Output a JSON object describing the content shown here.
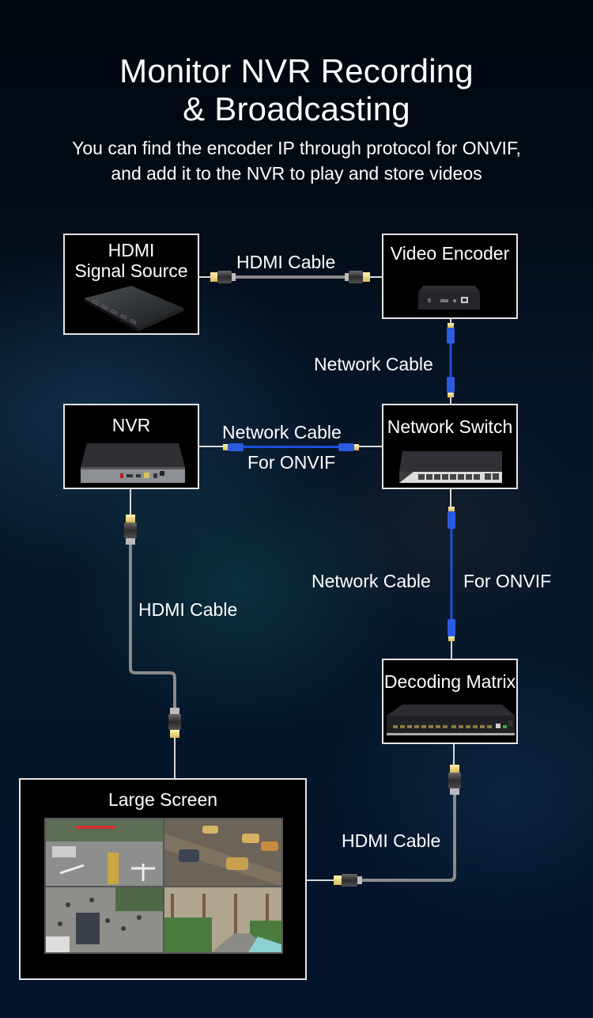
{
  "header": {
    "title_line1": "Monitor NVR Recording",
    "title_line2": "& Broadcasting",
    "subtitle_line1": "You can find the encoder IP through protocol for ONVIF,",
    "subtitle_line2": "and add it to the NVR to play and store videos"
  },
  "devices": {
    "hdmi_source": {
      "label_line1": "HDMI",
      "label_line2": "Signal Source",
      "icon": "hdmi-splitter-icon"
    },
    "video_encoder": {
      "label": "Video Encoder",
      "icon": "encoder-box-icon"
    },
    "nvr": {
      "label": "NVR",
      "icon": "nvr-recorder-icon"
    },
    "network_switch": {
      "label": "Network Switch",
      "icon": "poe-switch-icon"
    },
    "decoding_matrix": {
      "label": "Decoding Matrix",
      "icon": "rack-decoder-icon"
    },
    "large_screen": {
      "label": "Large Screen",
      "icon": "video-wall-icon"
    }
  },
  "connections": {
    "source_to_encoder": {
      "label": "HDMI Cable",
      "cable": "hdmi"
    },
    "encoder_to_switch": {
      "label": "Network Cable",
      "cable": "ethernet"
    },
    "switch_to_nvr": {
      "label_line1": "Network Cable",
      "label_line2": "For ONVIF",
      "cable": "ethernet"
    },
    "nvr_to_screen": {
      "label": "HDMI Cable",
      "cable": "hdmi"
    },
    "switch_to_matrix": {
      "label_left": "Network Cable",
      "label_right": "For ONVIF",
      "cable": "ethernet"
    },
    "matrix_to_screen": {
      "label": "HDMI Cable",
      "cable": "hdmi"
    }
  },
  "colors": {
    "ethernet_cable": "#1f4fd6",
    "hdmi_cable": "#8a8a8a",
    "connector_gold": "#f2df8a",
    "box_border": "#e6e6e6"
  }
}
